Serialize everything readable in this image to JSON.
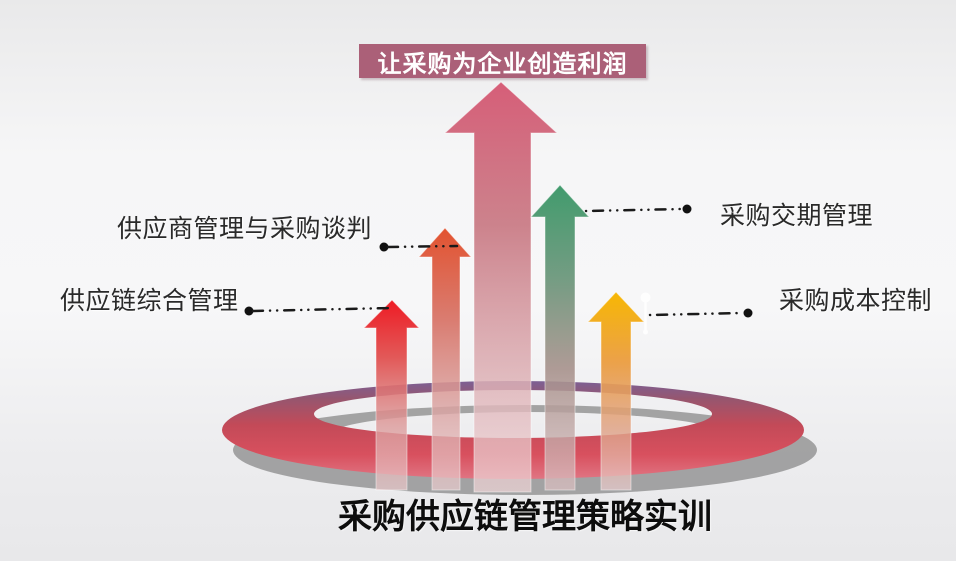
{
  "slide": {
    "banner": {
      "text": "让采购为企业创造利润"
    },
    "callouts": [
      {
        "id": "supplier-management-negotiation",
        "text": "供应商管理与采购谈判",
        "side": "left"
      },
      {
        "id": "supply-chain-overall-management",
        "text": "供应链综合管理",
        "side": "left"
      },
      {
        "id": "purchase-delivery-management",
        "text": "采购交期管理",
        "side": "right"
      },
      {
        "id": "purchase-cost-control",
        "text": "采购成本控制",
        "side": "right"
      }
    ],
    "footer_title": {
      "text": "采购供应链管理策略实训"
    },
    "colors": {
      "banner_bg": "#ab6078",
      "banner_text": "#ffffff",
      "center_arrow_top": "#d65e78",
      "arrow_red": "#ee1b24",
      "arrow_orange_red": "#e2522f",
      "arrow_green": "#419b6d",
      "arrow_yellow": "#f7b703",
      "ring_purple_top": "#7c6094",
      "ring_red_bottom": "#d84b58",
      "shadow_gray": "#959595",
      "connector_black": "#1a1a1a",
      "label_text": "#2a2a2a",
      "title_text": "#0d0d0d"
    }
  }
}
